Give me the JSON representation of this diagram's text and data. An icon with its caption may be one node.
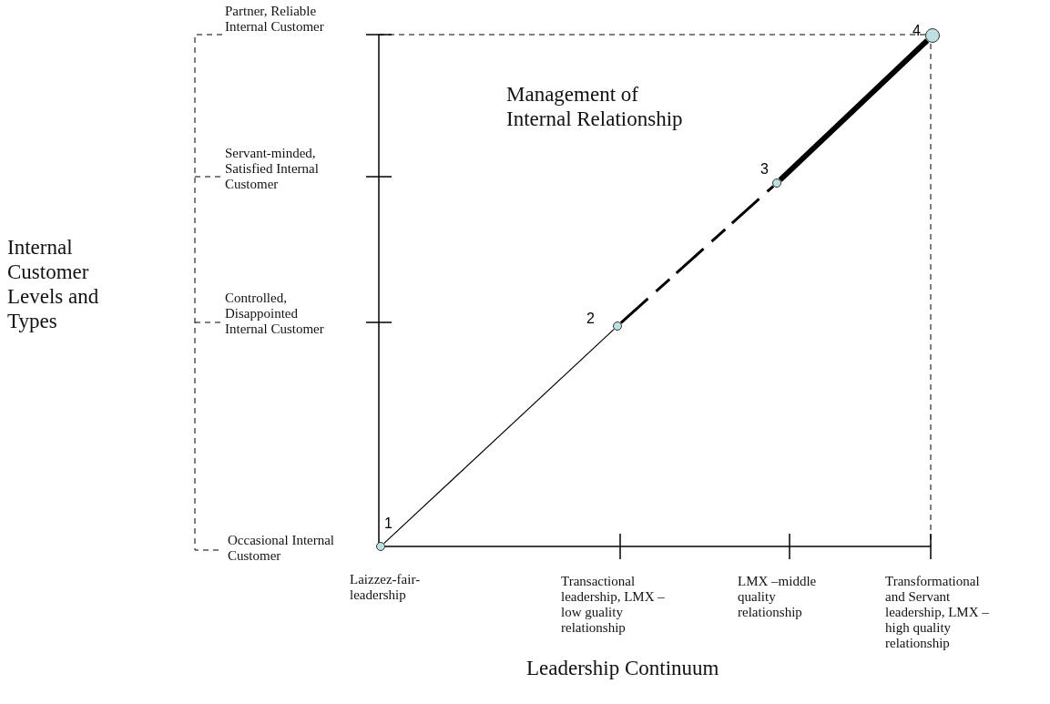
{
  "diagram": {
    "nodes": [
      {
        "text": [],
        "shape": "circle",
        "beside": [
          "1"
        ]
      },
      {
        "text": [],
        "shape": "circle",
        "beside": [
          "2"
        ]
      },
      {
        "text": [],
        "shape": "circle",
        "beside": [
          "3"
        ]
      },
      {
        "text": [],
        "shape": "circle",
        "beside": [
          "4"
        ]
      }
    ],
    "edges": [
      {
        "from": 0,
        "to": 1,
        "arrow": "none"
      },
      {
        "from": 1,
        "to": 2,
        "arrow": "none",
        "style": "dashed"
      },
      {
        "from": 2,
        "to": 3,
        "arrow": "none",
        "style": "thick"
      }
    ],
    "labels": [
      "Partner, Reliable Internal Customer",
      "Servant-minded, Satisfied Internal Customer",
      "Controlled, Disappointed Internal Customer",
      "Occasional Internal Customer",
      "Internal Customer Levels and Types",
      "Management of Internal Relationship",
      "Laizzez-fair-leadership",
      "Transactional leadership, LMX –low guality relationship",
      "LMX –middle quality relationship",
      "Transformational and Servant leadership, LMX –high quality relationship",
      "Leadership Continuum"
    ]
  }
}
